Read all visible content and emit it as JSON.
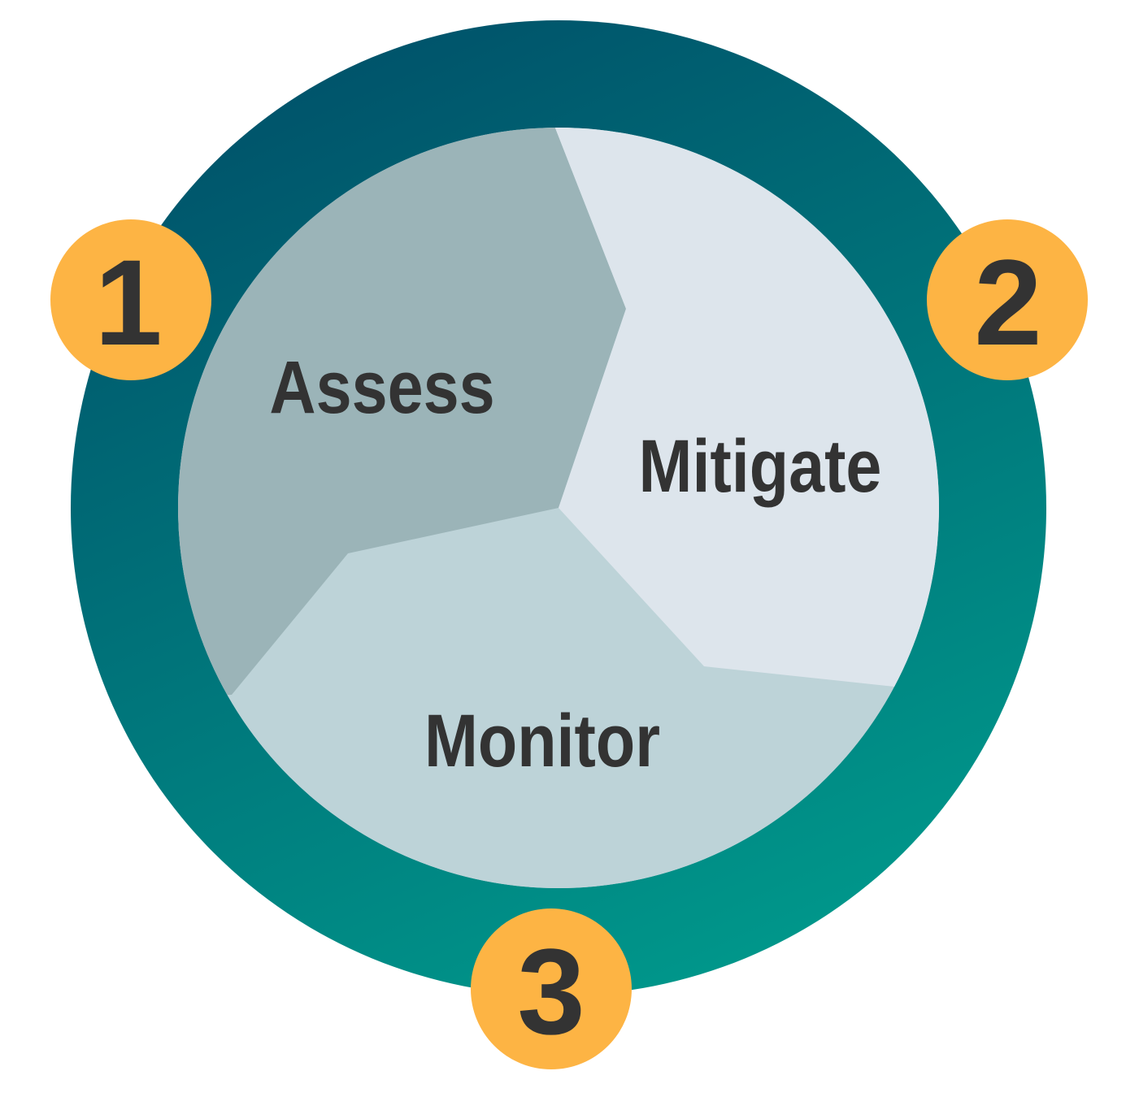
{
  "diagram": {
    "type": "cycle",
    "stages": [
      {
        "number": "1",
        "label": "Assess"
      },
      {
        "number": "2",
        "label": "Mitigate"
      },
      {
        "number": "3",
        "label": "Monitor"
      }
    ]
  },
  "colors": {
    "ring_top": "#00526a",
    "ring_bottom": "#009a8c",
    "assess_fill": "#9bb4b8",
    "mitigate_fill": "#dde5ec",
    "monitor_fill": "#bdd3d8",
    "badge_fill": "#fdb444",
    "text": "#333333"
  }
}
